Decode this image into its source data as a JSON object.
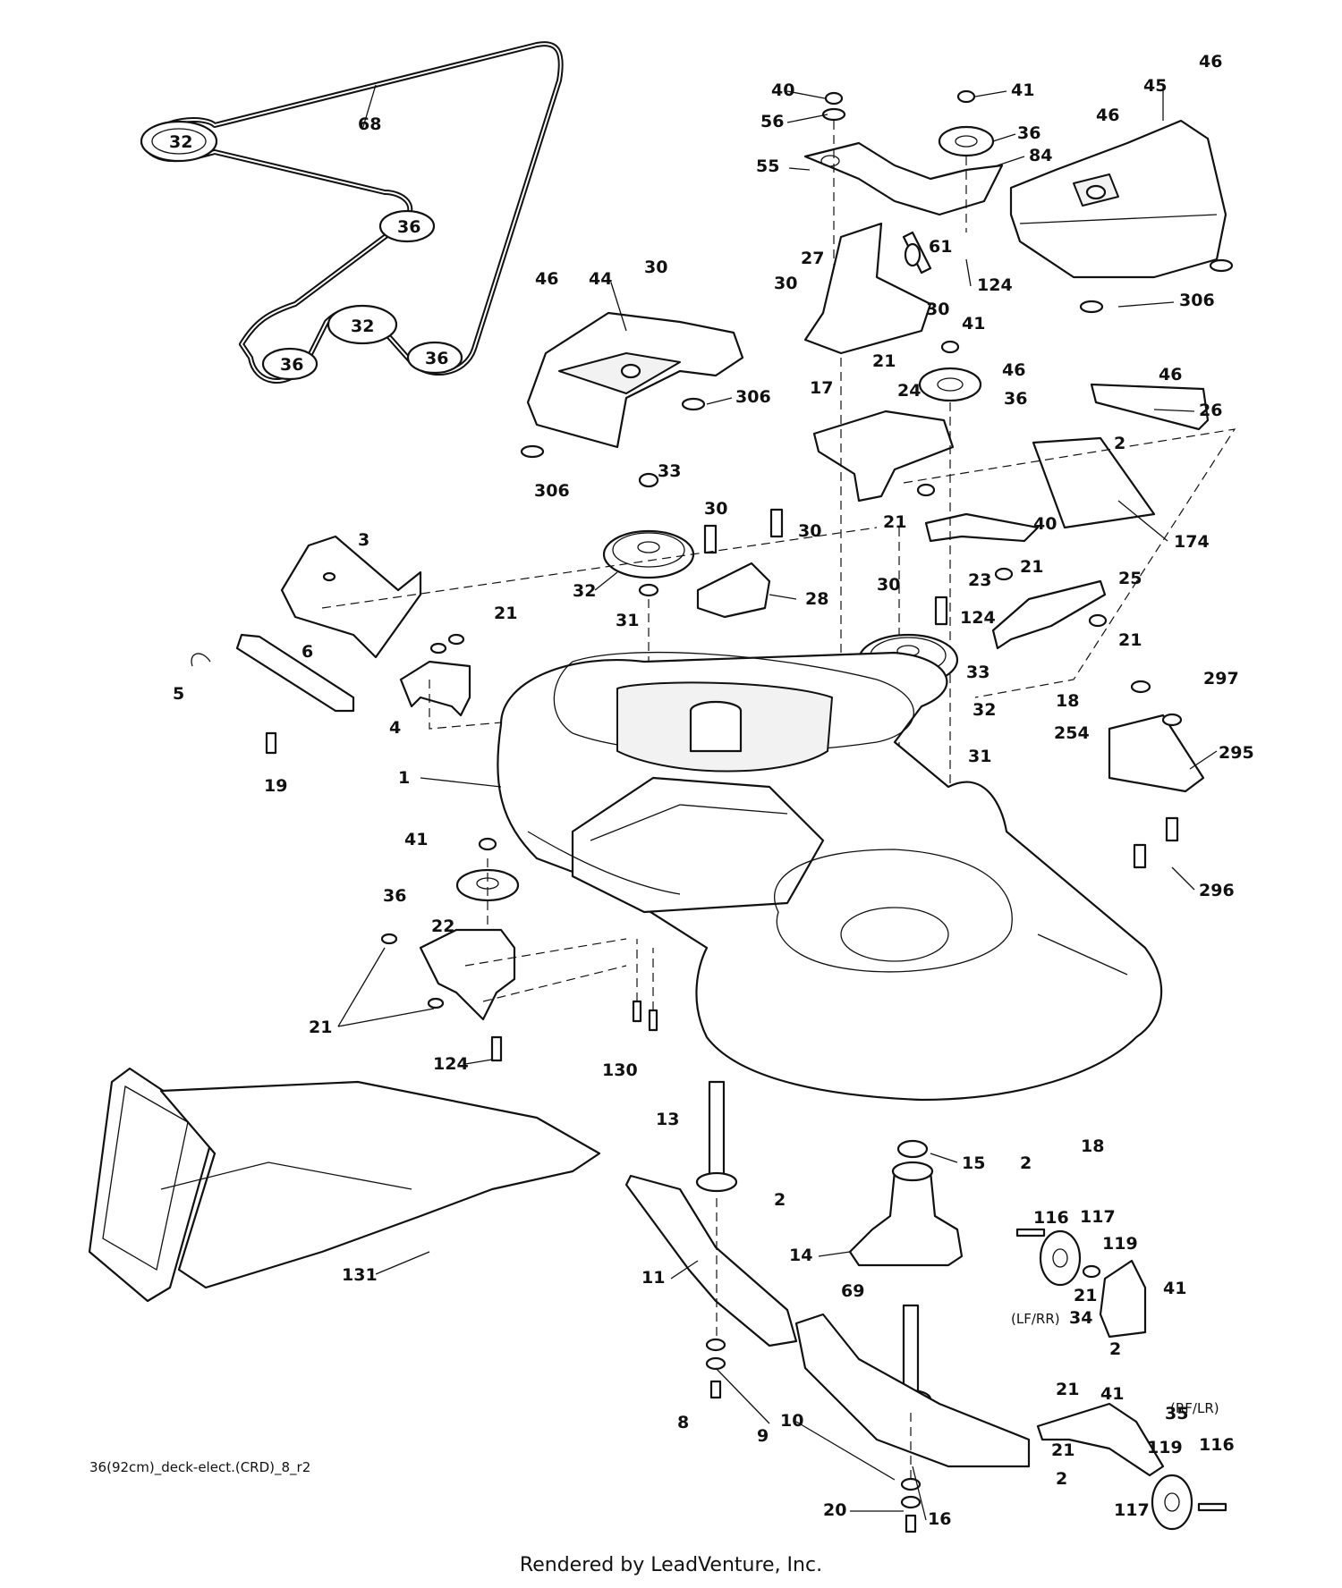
{
  "diagram": {
    "drawing_id": "36(92cm)_deck-elect.(CRD)_8_r2",
    "footer": "Rendered by LeadVenture, Inc.",
    "watermark": "LEADVENTURE",
    "belt_diagram_labels": [
      "32",
      "36",
      "32",
      "36",
      "36"
    ],
    "callouts": [
      "68",
      "40",
      "41",
      "46",
      "45",
      "56",
      "36",
      "84",
      "55",
      "46",
      "27",
      "61",
      "30",
      "30",
      "124",
      "306",
      "46",
      "44",
      "30",
      "41",
      "306",
      "46",
      "46",
      "21",
      "17",
      "36",
      "24",
      "26",
      "2",
      "306",
      "33",
      "30",
      "30",
      "21",
      "40",
      "174",
      "3",
      "21",
      "32",
      "28",
      "31",
      "23",
      "25",
      "21",
      "30",
      "124",
      "6",
      "5",
      "33",
      "4",
      "21",
      "297",
      "18",
      "32",
      "254",
      "295",
      "31",
      "19",
      "1",
      "41",
      "36",
      "296",
      "22",
      "21",
      "124",
      "130",
      "13",
      "18",
      "2",
      "15",
      "2",
      "14",
      "116",
      "117",
      "119",
      "131",
      "11",
      "69",
      "21",
      "41",
      "34",
      "2",
      "8",
      "10",
      "9",
      "21",
      "41",
      "35",
      "119",
      "116",
      "21",
      "2",
      "20",
      "16",
      "117"
    ],
    "variant_notes": [
      "(LF/RR)",
      "(RF/LR)"
    ]
  }
}
